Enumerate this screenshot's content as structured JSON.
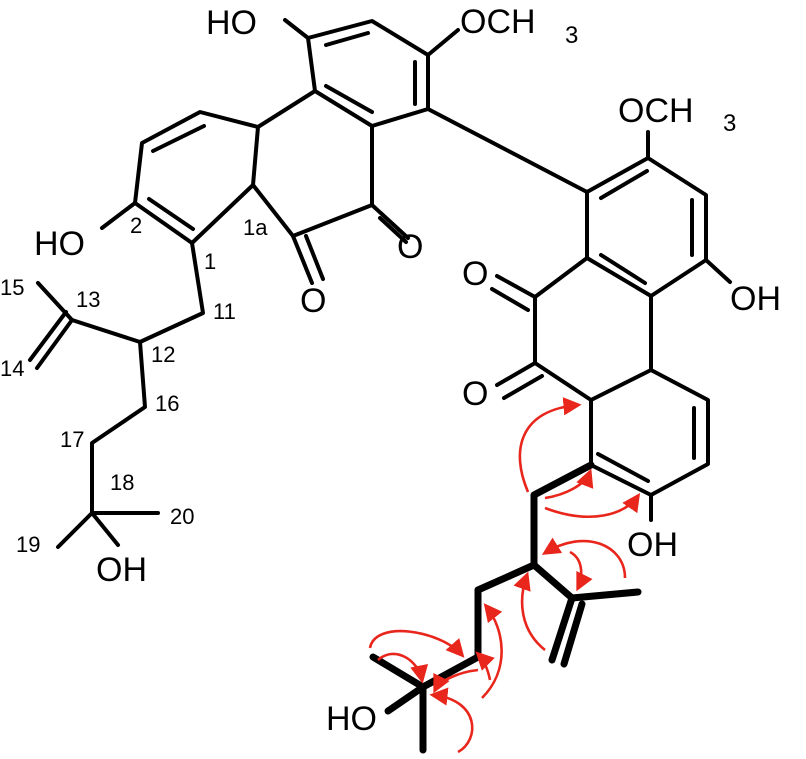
{
  "atom_labels": {
    "oh_top": "HO",
    "och3_top": "OCH",
    "och3_top_sub": "3",
    "och3_right": "OCH",
    "och3_right_sub": "3",
    "oh_left": "HO",
    "o_upper_1": "O",
    "o_upper_2": "O",
    "o_lower_1": "O",
    "o_lower_2": "O",
    "oh_right": "OH",
    "oh_lower_right": "OH",
    "oh_side_chain": "OH",
    "ho_lower": "HO"
  },
  "numbering": {
    "n2": "2",
    "n1": "1",
    "n1a": "1a",
    "n11": "11",
    "n12": "12",
    "n13": "13",
    "n14": "14",
    "n15": "15",
    "n16": "16",
    "n17": "17",
    "n18": "18",
    "n19": "19",
    "n20": "20"
  },
  "colors": {
    "bond": "#000000",
    "hmbc_arrow": "#e8261c"
  }
}
